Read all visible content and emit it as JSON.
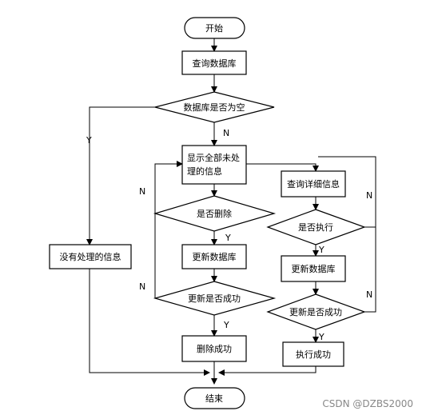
{
  "nodes": {
    "start": "开始",
    "query_db": "查询数据库",
    "db_empty_q": "数据库是否为空",
    "show_all_line1": "显示全部未处",
    "show_all_line2": "理的信息",
    "no_info": "没有处理的信息",
    "delete_q": "是否删除",
    "update_db_left": "更新数据库",
    "update_ok_left_q": "更新是否成功",
    "delete_ok": "删除成功",
    "query_detail": "查询详细信息",
    "execute_q": "是否执行",
    "update_db_right": "更新数据库",
    "update_ok_right_q": "更新是否成功",
    "execute_ok": "执行成功",
    "end": "结束"
  },
  "edge_labels": {
    "db_empty_yes": "Y",
    "db_empty_no": "N",
    "delete_no": "N",
    "delete_yes": "Y",
    "update_left_no": "N",
    "update_left_yes": "Y",
    "execute_no": "N",
    "execute_yes": "Y",
    "update_right_no": "N",
    "update_right_yes": "Y"
  },
  "watermark": "CSDN @DZBS2000"
}
